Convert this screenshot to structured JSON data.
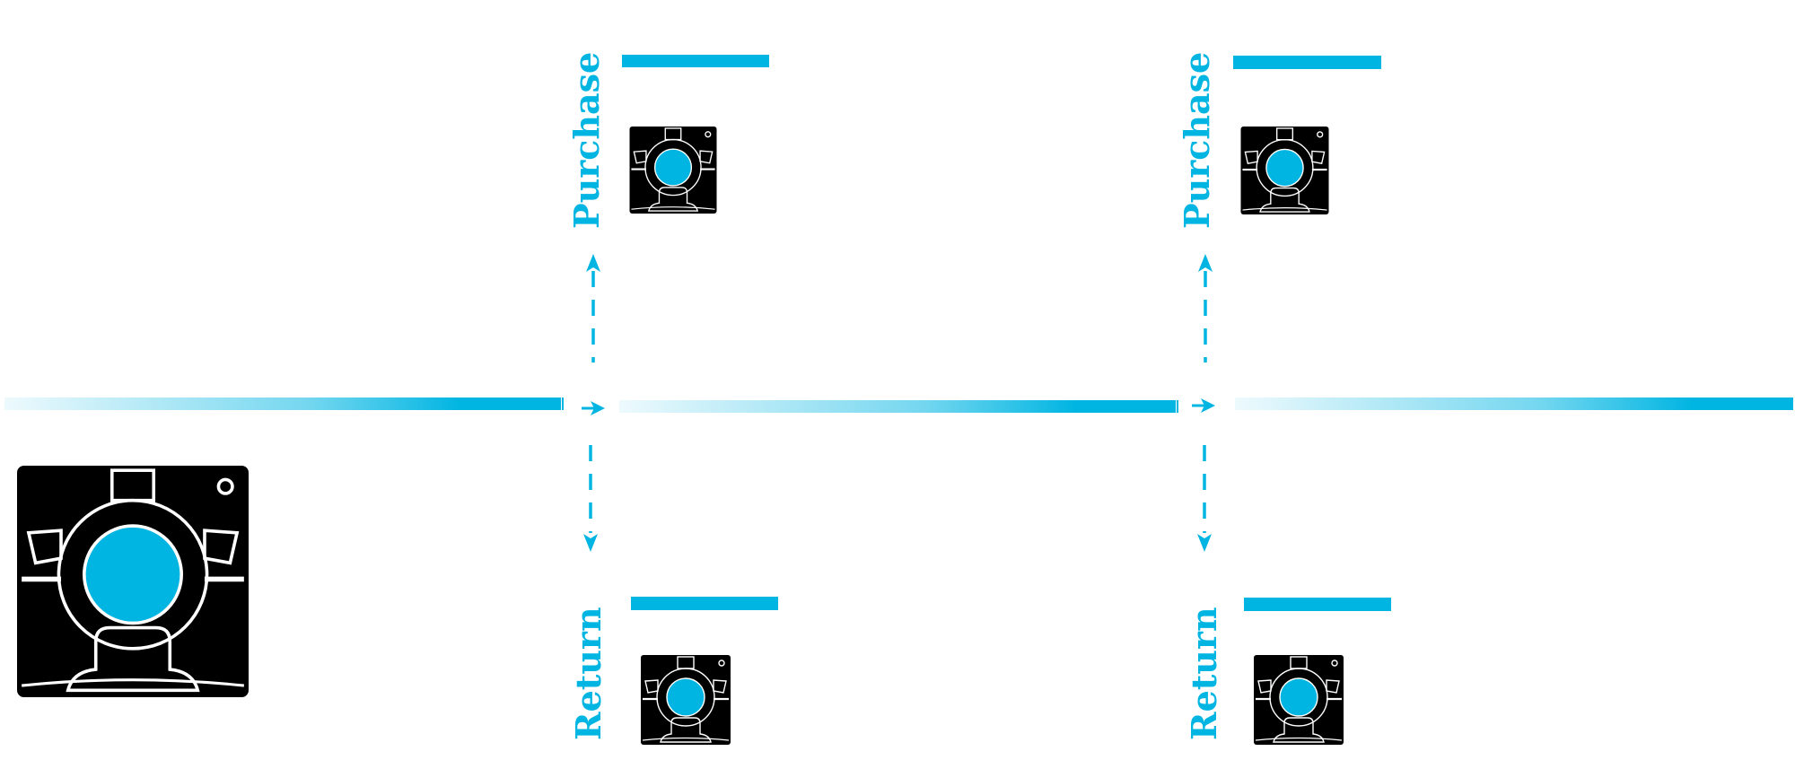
{
  "stages": [
    {
      "purchase_label": "Purchase",
      "return_label": "Return"
    },
    {
      "purchase_label": "Purchase",
      "return_label": "Return"
    }
  ],
  "colors": {
    "accent": "#00b5e2",
    "scanner_top": "#6aaec3",
    "scanner_bottom": "#0ab8e2",
    "return_gray": "#c8c8c8",
    "outline": "#ffffff"
  },
  "icons": {
    "scanner": "ct-scanner-icon",
    "arrow_right": "arrow-right-icon",
    "arrow_up": "dashed-arrow-up-icon",
    "arrow_down": "dashed-arrow-down-icon"
  }
}
